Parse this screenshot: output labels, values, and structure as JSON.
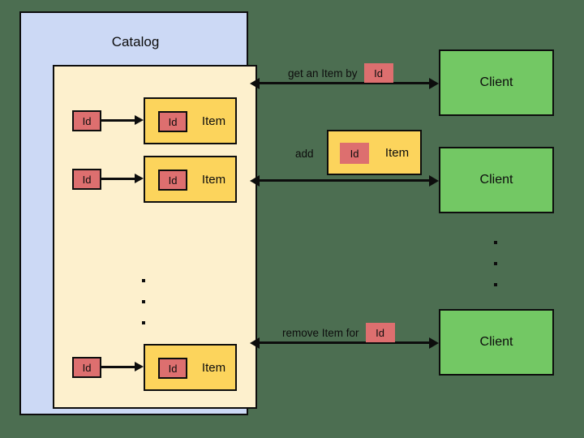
{
  "diagram": {
    "title": "Catalog",
    "background_color": "#4c6e51",
    "catalog_fill": "#ccd9f5",
    "map_fill": "#fdf0cd",
    "item_fill": "#fcd45c",
    "key_fill": "#dd6f6f",
    "client_fill": "#73c864",
    "stroke_color": "#0d0d0d"
  },
  "catalog": {
    "label": "Catalog",
    "entries": [
      {
        "key_label": "Id",
        "item_key_label": "Id",
        "item_label": "Item"
      },
      {
        "key_label": "Id",
        "item_key_label": "Id",
        "item_label": "Item"
      },
      {
        "key_label": "Id",
        "item_key_label": "Id",
        "item_label": "Item"
      }
    ],
    "ellipsis": "vertical-ellipsis"
  },
  "operations": [
    {
      "name": "get",
      "text": "get an Item by",
      "key_label": "Id",
      "payload_type": "key"
    },
    {
      "name": "add",
      "text": "add",
      "item_key_label": "Id",
      "item_label": "Item",
      "payload_type": "item"
    },
    {
      "name": "remove",
      "text": "remove Item for",
      "key_label": "Id",
      "payload_type": "key"
    }
  ],
  "clients": [
    {
      "label": "Client"
    },
    {
      "label": "Client"
    },
    {
      "label": "Client"
    }
  ],
  "client_ellipsis": "vertical-ellipsis"
}
